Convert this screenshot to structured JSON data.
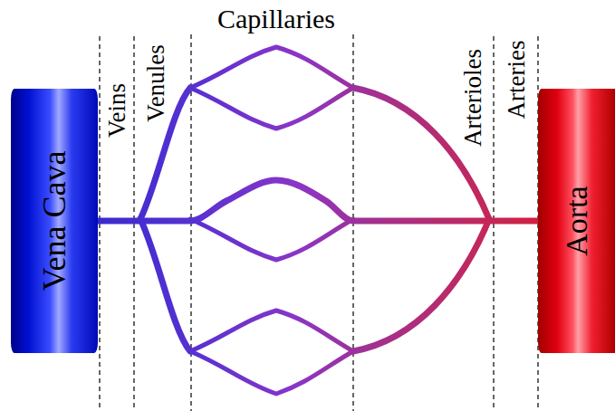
{
  "diagram": {
    "nodes": [
      {
        "text": [
          "Vena Cava"
        ]
      },
      {
        "text": [
          "Aorta"
        ]
      }
    ],
    "edges": [
      {
        "from": 0,
        "to": 1,
        "arrow": "none"
      }
    ],
    "labels": [
      "Veins",
      "Venules",
      "Capillaries",
      "Arterioles",
      "Arteries"
    ]
  }
}
